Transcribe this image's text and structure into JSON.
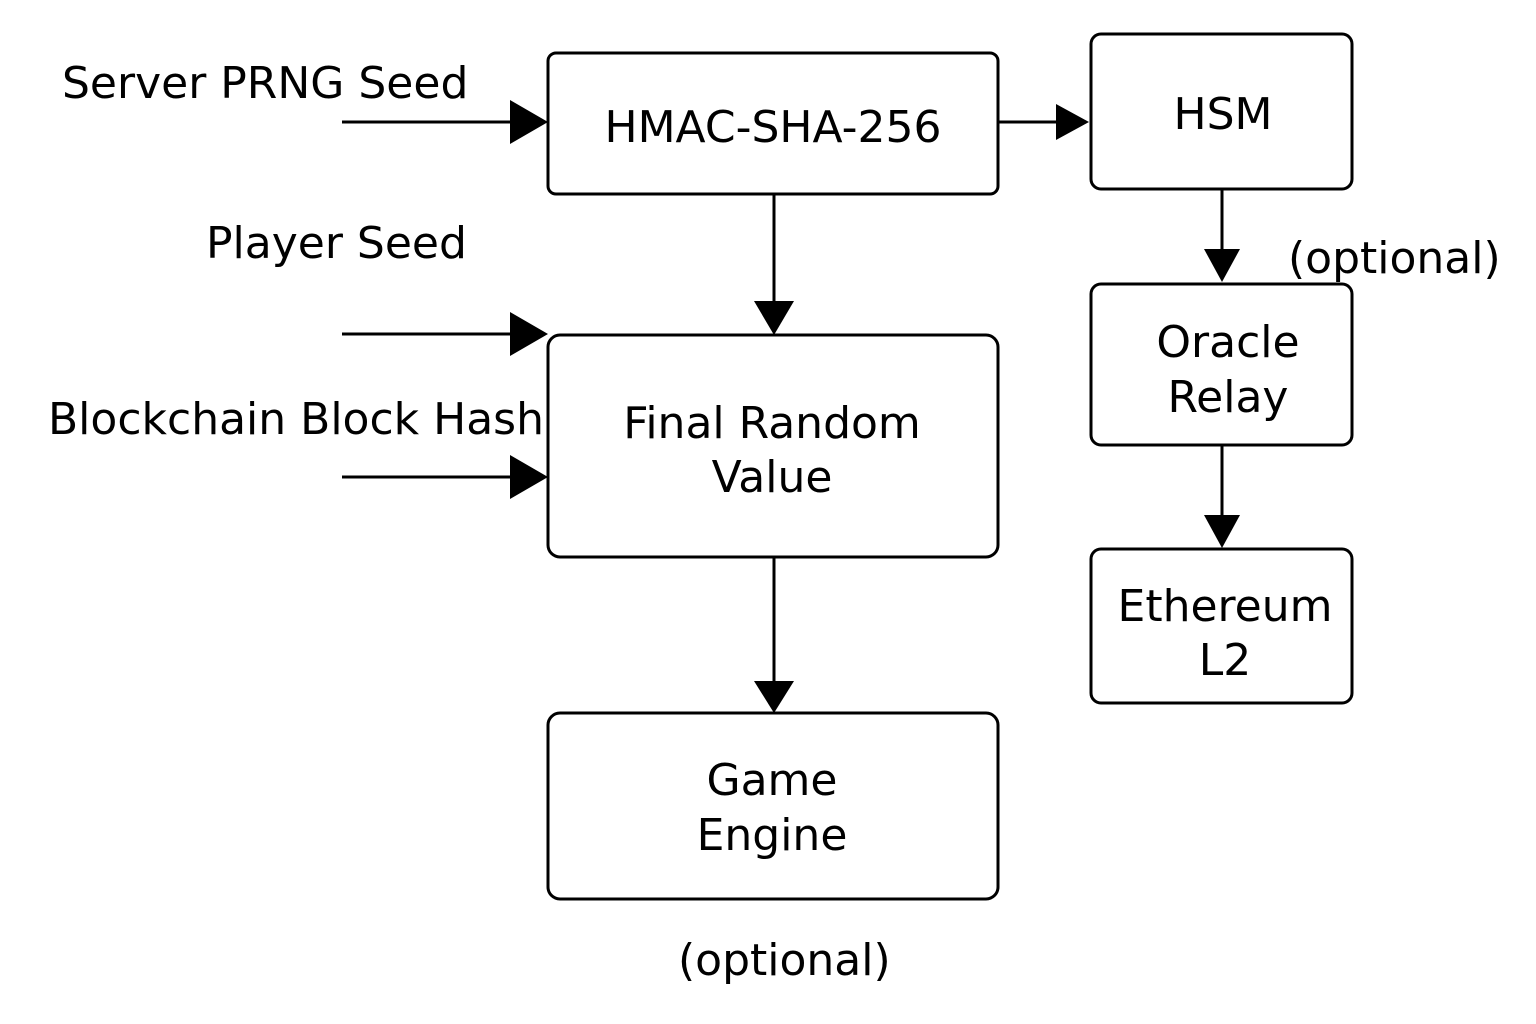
{
  "inputs": {
    "server_seed": "Server PRNG Seed",
    "player_seed": "Player Seed",
    "block_hash": "Blockchain Block Hash"
  },
  "nodes": {
    "hmac": {
      "line1": "HMAC-SHA-256"
    },
    "final": {
      "line1": "Final Random",
      "line2": "Value"
    },
    "engine": {
      "line1": "Game",
      "line2": "Engine"
    },
    "hsm": {
      "line1": "HSM"
    },
    "oracle": {
      "line1": "Oracle",
      "line2": "Relay"
    },
    "ethereum": {
      "line1": "Ethereum",
      "line2": "L2"
    }
  },
  "notes": {
    "optional_right": "(optional)",
    "optional_bottom": "(optional)"
  },
  "colors": {
    "stroke": "#000000",
    "background": "#ffffff"
  }
}
